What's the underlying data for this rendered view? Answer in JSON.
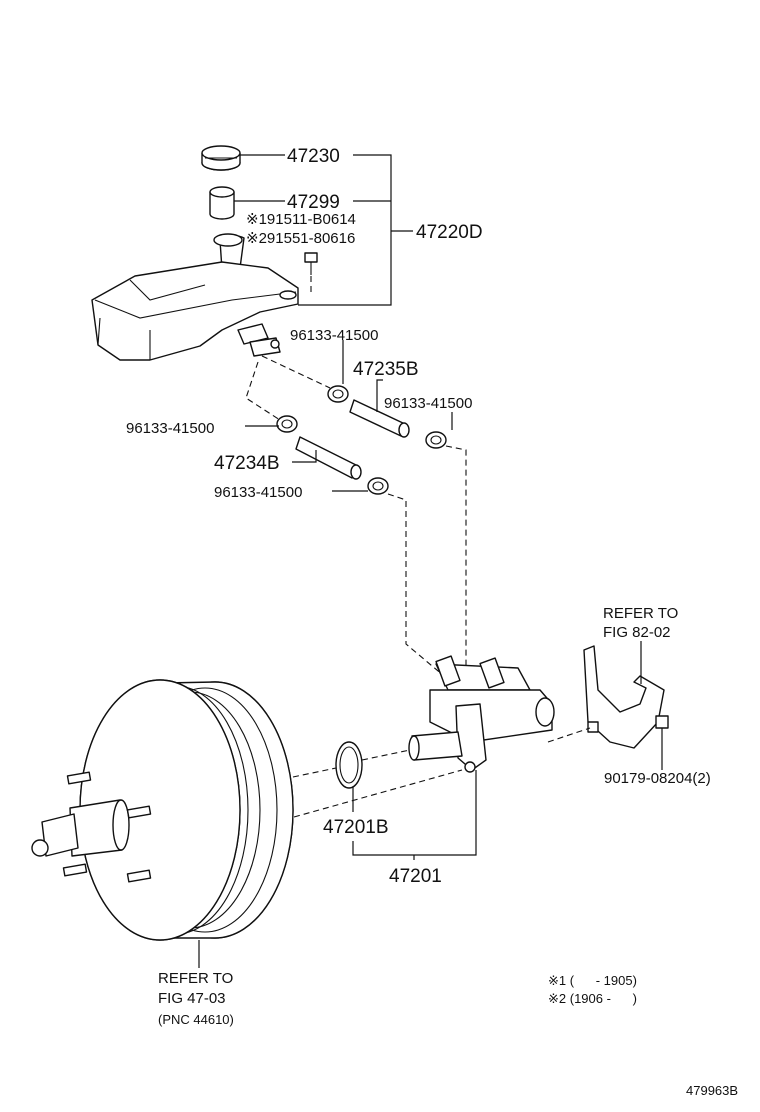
{
  "diagram": {
    "parts": {
      "cap": "47230",
      "strainer": "47299",
      "screw_a": "※191511-B0614",
      "screw_b": "※291551-80616",
      "reservoir_set": "47220D",
      "clip_top": "96133-41500",
      "hose_b": "47235B",
      "clip_right": "96133-41500",
      "clip_left": "96133-41500",
      "hose_a": "47234B",
      "clip_bottom": "96133-41500",
      "bracket_ref_line1": "REFER TO",
      "bracket_ref_line2": "FIG 82-02",
      "nut": "90179-08204(2)",
      "oring": "47201B",
      "master_cylinder": "47201",
      "booster_ref_line1": "REFER TO",
      "booster_ref_line2": "FIG 47-03",
      "booster_ref_line3": "(PNC 44610)"
    },
    "notes": {
      "note1": "※1 (      - 1905)",
      "note2": "※2 (1906 -      )"
    },
    "figure_id": "479963B"
  }
}
